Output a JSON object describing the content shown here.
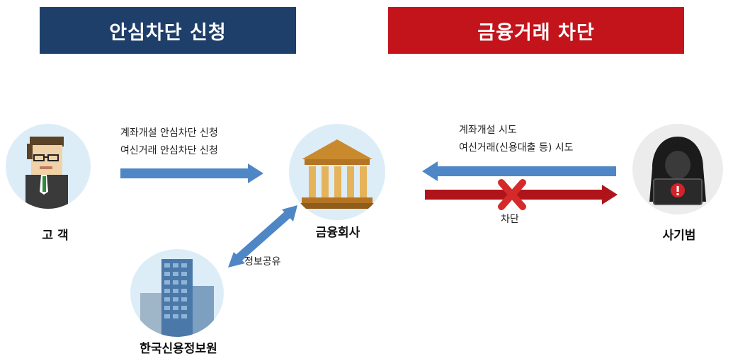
{
  "banners": {
    "left": "안심차단 신청",
    "right": "금융거래 차단"
  },
  "nodes": {
    "customer": "고 객",
    "financial_company": "금융회사",
    "fraudster": "사기범",
    "kcis": "한국신용정보원"
  },
  "arrows": {
    "customer_to_bank": [
      "계좌개설  안심차단 신청",
      "여신거래 안심차단 신청"
    ],
    "fraudster_to_bank": [
      "계좌개설  시도",
      "여신거래(신용대출 등) 시도"
    ],
    "blocked": "차단",
    "info_share": "정보공유"
  },
  "colors": {
    "blue_banner": "#1f3f6b",
    "red_banner": "#c3141c",
    "blue_arrow": "#4f86c6",
    "red_arrow": "#b0141b"
  }
}
